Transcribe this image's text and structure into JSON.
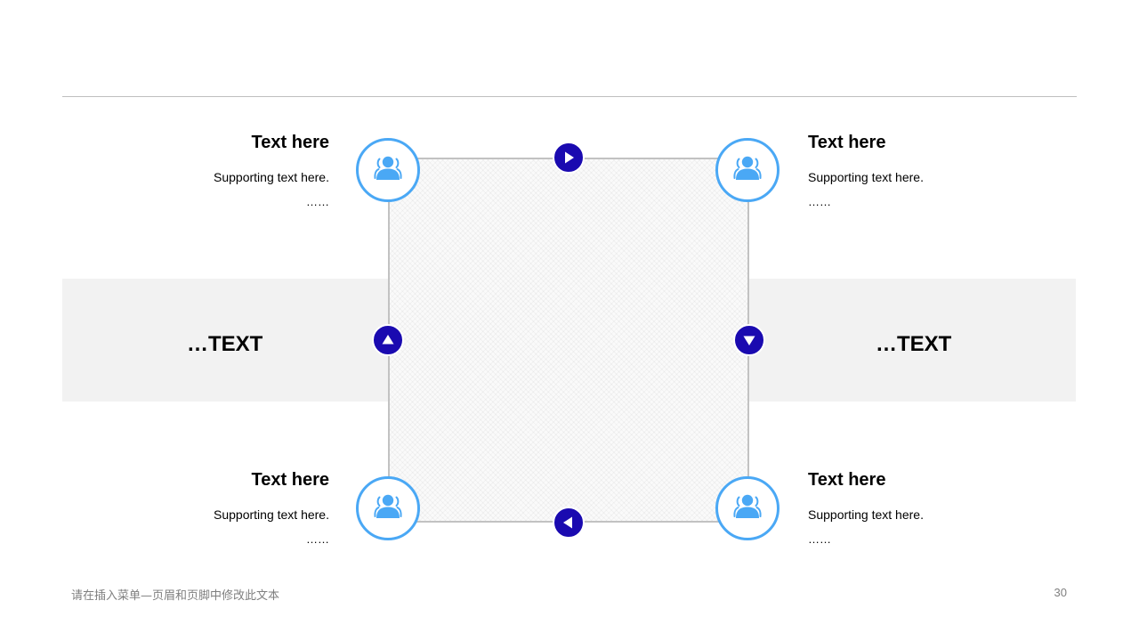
{
  "colors": {
    "node_ring": "#4aa8f5",
    "person_icon": "#4aa8f5",
    "arrow_fill": "#1a0ab0",
    "band_fill": "#f2f2f2",
    "rule": "#bfbfbf",
    "footer_text": "#7f7f7f"
  },
  "blocks": {
    "top_left": {
      "title": "Text here",
      "supporting": "Supporting text here.",
      "ellipsis": "……"
    },
    "top_right": {
      "title": "Text here",
      "supporting": "Supporting text here.",
      "ellipsis": "……"
    },
    "bottom_left": {
      "title": "Text here",
      "supporting": "Supporting text here.",
      "ellipsis": "……"
    },
    "bottom_right": {
      "title": "Text here",
      "supporting": "Supporting text here.",
      "ellipsis": "……"
    }
  },
  "band": {
    "left_text": "…TEXT",
    "right_text": "…TEXT"
  },
  "nodes": {
    "icon": "people-icon"
  },
  "arrows": {
    "top": "arrow-right-icon",
    "right": "arrow-down-icon",
    "bottom": "arrow-left-icon",
    "left": "arrow-up-icon"
  },
  "footer": {
    "text": "请在插入菜单—页眉和页脚中修改此文本",
    "page_number": "30"
  }
}
